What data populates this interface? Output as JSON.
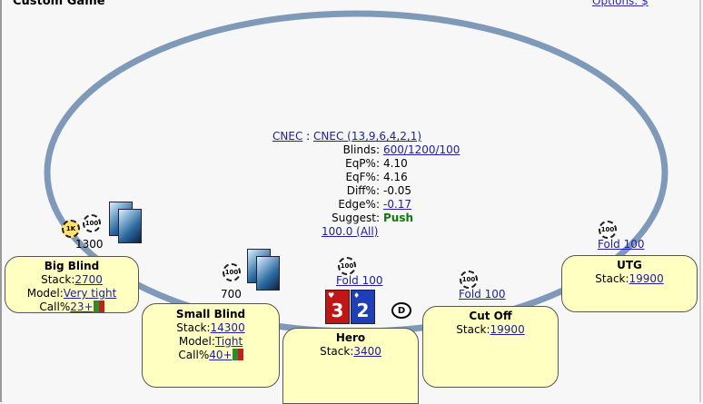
{
  "header": {
    "title": "Custom Game",
    "options": "Options: $"
  },
  "center": {
    "cnec_label": "CNEC",
    "cnec_sep": " : ",
    "cnec_value": "CNEC (13,9,6,4,2,1)",
    "rows": [
      {
        "label": "Blinds:",
        "value": "600/1200/100",
        "link": true
      },
      {
        "label": "EqP%:",
        "value": "4.10",
        "link": false
      },
      {
        "label": "EqF%:",
        "value": "4.16",
        "link": false
      },
      {
        "label": "Diff%:",
        "value": "-0.05",
        "link": false
      },
      {
        "label": "Edge%:",
        "value": "-0.17",
        "link": true
      },
      {
        "label": "Suggest:",
        "value": "Push",
        "link": false
      }
    ],
    "all_link": "100.0 (All)"
  },
  "seats": {
    "big_blind": {
      "name": "Big Blind",
      "stack_label": "Stack:",
      "stack": "2700",
      "model_label": "Model:",
      "model": "Very tight",
      "call_label": "Call%",
      "call": "23+",
      "chips": "1300",
      "chip_1k": "1K",
      "chip_100": "100"
    },
    "small_blind": {
      "name": "Small Blind",
      "stack_label": "Stack:",
      "stack": "14300",
      "model_label": "Model:",
      "model": "Tight",
      "call_label": "Call%",
      "call": "40+",
      "chips": "700",
      "chip_100": "100"
    },
    "hero": {
      "name": "Hero",
      "stack_label": "Stack:",
      "stack": "3400",
      "fold": "Fold 100",
      "chip_100": "100",
      "dealer": "D",
      "cards": [
        {
          "rank": "3",
          "suit": "♥",
          "big": "3"
        },
        {
          "rank": "2",
          "suit": "♦",
          "big": "2"
        }
      ]
    },
    "cut_off": {
      "name": "Cut Off",
      "stack_label": "Stack:",
      "stack": "19900",
      "fold": "Fold 100",
      "chip_100": "100"
    },
    "utg": {
      "name": "UTG",
      "stack_label": "Stack:",
      "stack": "19900",
      "fold": "Fold 100",
      "chip_100": "100"
    }
  },
  "colors": {
    "seat_bg": "#ffffc2",
    "table_rim": "#7f9ab8",
    "push": "#0a7a0a",
    "link": "#20209a"
  }
}
